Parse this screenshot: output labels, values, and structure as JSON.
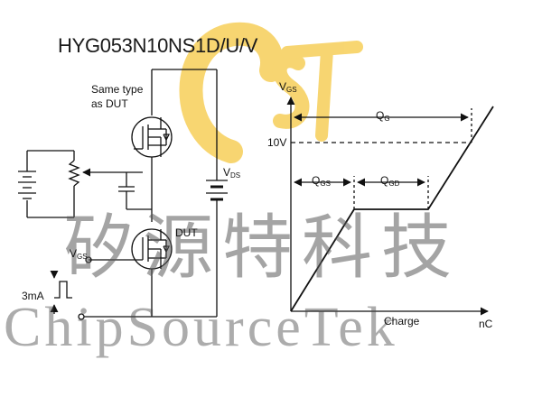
{
  "part_number": "HYG053N10NS1D/U/V",
  "watermark": {
    "chinese": "矽源特科技",
    "english": "ChipSourceTek",
    "logo": "CST"
  },
  "circuit": {
    "load_label": [
      "Same type",
      "as DUT"
    ],
    "dut_label": "DUT",
    "vds": {
      "main": "V",
      "sub": "DS"
    },
    "vgs_input": {
      "main": "V",
      "sub": "GS"
    },
    "gate_current": "3mA"
  },
  "waveform": {
    "y_axis": {
      "main": "V",
      "sub": "GS"
    },
    "x_axis_label": "Charge",
    "x_unit": "nC",
    "level_10v": "10V",
    "qg": {
      "main": "Q",
      "sub": "G"
    },
    "qgs": {
      "main": "Q",
      "sub": "GS"
    },
    "qgd": {
      "main": "Q",
      "sub": "GD"
    }
  },
  "colors": {
    "line": "#111111",
    "logo": "#f5c842",
    "watermark": "#5a5a5a"
  }
}
